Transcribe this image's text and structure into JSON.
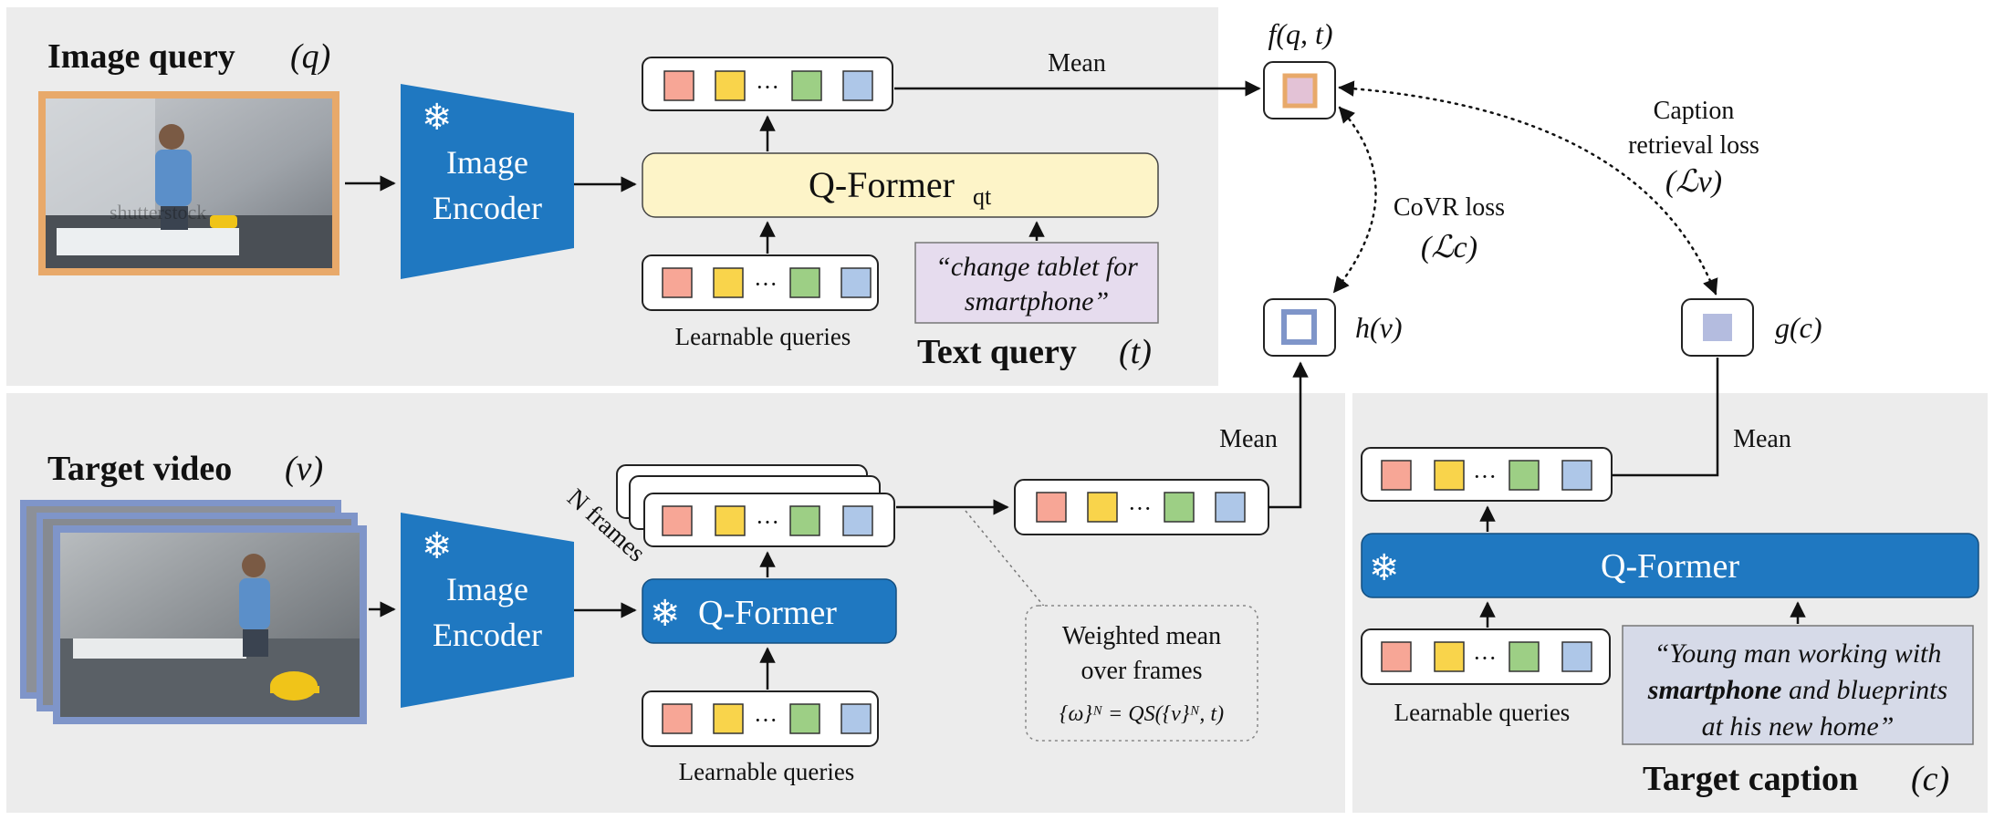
{
  "image_query": {
    "title": "Image query",
    "symbol": "(q)",
    "image_alt_watermark": "shutterstock",
    "encoder_label_line1": "Image",
    "encoder_label_line2": "Encoder",
    "qformer_label": "Q-Former",
    "qformer_subscript": "qt",
    "learnable_queries": "Learnable queries",
    "text_query_content_line1": "“change tablet for",
    "text_query_content_line2": "smartphone”",
    "text_query_title": "Text query",
    "text_query_symbol": "(t)",
    "mean_label": "Mean"
  },
  "embeddings": {
    "f_label": "f(q, t)",
    "h_label": "h(v)",
    "g_label": "g(c)",
    "covr_loss_line1": "CoVR loss",
    "covr_loss_line2": "(ℒc)",
    "caption_loss_line1": "Caption",
    "caption_loss_line2": "retrieval loss",
    "caption_loss_line3": "(ℒv)"
  },
  "target_video": {
    "title": "Target video",
    "symbol": "(v)",
    "encoder_label_line1": "Image",
    "encoder_label_line2": "Encoder",
    "qformer_label": "Q-Former",
    "n_frames": "N frames",
    "learnable_queries": "Learnable queries",
    "mean_label": "Mean",
    "weighted_line1": "Weighted mean",
    "weighted_line2": "over frames",
    "weighted_formula": "{ω}ᴺ = QS({v}ᴺ, t)"
  },
  "target_caption": {
    "qformer_label": "Q-Former",
    "learnable_queries": "Learnable queries",
    "mean_label": "Mean",
    "caption_line1": "“Young man working with",
    "caption_line2_bold": "smartphone",
    "caption_line2_rest": " and blueprints",
    "caption_line3": "at his new home”",
    "title": "Target caption",
    "symbol": "(c)"
  },
  "colors": {
    "panel_bg": "#ececec",
    "encoder_blue": "#1f78c1",
    "qformer_yellow": "#fdf4c8",
    "text_query_purple": "#e6dcee",
    "caption_blue_gray": "#d6dae8",
    "token_red": "#f7a696",
    "token_yellow": "#f9d44b",
    "token_green": "#9dcf85",
    "token_blue": "#aec7e8",
    "image_frame_orange": "#e8a96a",
    "video_frame_blue": "#7f95c9"
  }
}
